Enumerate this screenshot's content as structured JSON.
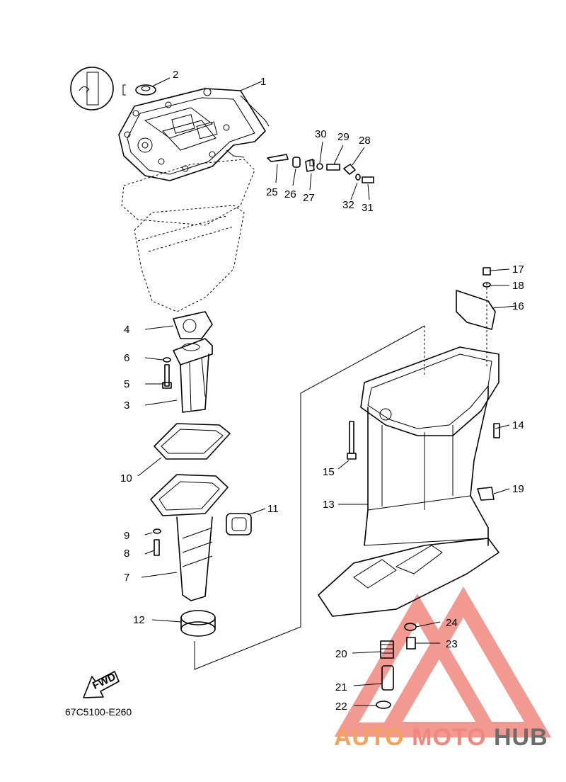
{
  "diagram_code": "67C5100-E260",
  "fwd_label": "FWD",
  "callouts": [
    "1",
    "2",
    "3",
    "4",
    "5",
    "6",
    "7",
    "8",
    "9",
    "10",
    "11",
    "12",
    "13",
    "14",
    "15",
    "16",
    "17",
    "18",
    "19",
    "20",
    "21",
    "22",
    "23",
    "24",
    "25",
    "26",
    "27",
    "28",
    "29",
    "30",
    "31",
    "32"
  ],
  "watermark": {
    "part1": "AUTO",
    "part2": "MOTO",
    "part3": "HUB"
  },
  "colors": {
    "watermark_red": "#f08880",
    "watermark_orange": "#f5a35a",
    "watermark_gray": "#6c6c6c",
    "line": "#000000"
  }
}
